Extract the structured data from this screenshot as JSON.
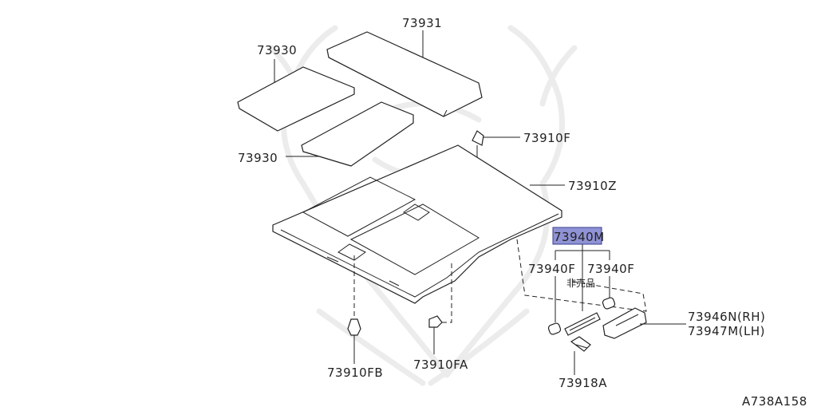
{
  "diagram": {
    "part_labels": {
      "p73931": "73931",
      "p73930_top": "73930",
      "p73930_mid": "73930",
      "p73910F": "73910F",
      "p73910Z": "73910Z",
      "p73940M": "73940M",
      "p73940F_left": "73940F",
      "p73940F_right": "73940F",
      "not_sold": "非売品",
      "p73946N": "73946N(RH)",
      "p73947M": "73947M(LH)",
      "p73910FB": "73910FB",
      "p73910FA": "73910FA",
      "p73918A": "73918A"
    },
    "diagram_code": "A738A158",
    "highlight_color": "#8f92d4"
  }
}
